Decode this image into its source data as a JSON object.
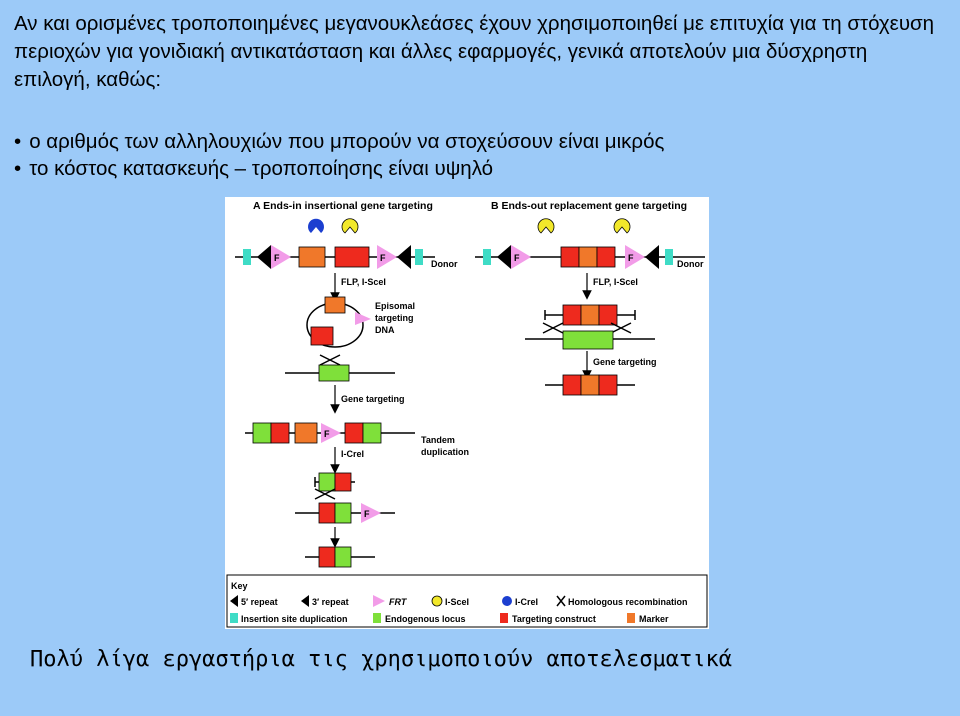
{
  "slide": {
    "intro": "Αν και ορισμένες τροποποιημένες μεγανουκλεάσες έχουν χρησιμοποιηθεί με επιτυχία για τη στόχευση περιοχών για γονιδιακή αντικατάσταση και άλλες εφαρμογές, γενικά αποτελούν μια δύσχρηστη επιλογή, καθώς:",
    "bullets": [
      "ο αριθμός των αλληλουχιών που μπορούν να στοχεύσουν είναι μικρός",
      "το κόστος κατασκευής – τροποποίησης είναι υψηλό"
    ],
    "footer": "Πολύ λίγα εργαστήρια τις χρησιμοποιούν αποτελεσματικά"
  },
  "figure": {
    "panel_a_title": "A  Ends-in insertional gene targeting",
    "panel_b_title": "B  Ends-out replacement gene targeting",
    "frt_label": "F",
    "donor_label": "Donor",
    "flp_label": "FLP, I-SceI",
    "episomal_label": [
      "Episomal",
      "targeting",
      "DNA"
    ],
    "gene_targeting_label": "Gene targeting",
    "tandem_label": [
      "Tandem",
      "duplication"
    ],
    "icrel_label": "I-CreI",
    "key": {
      "title": "Key",
      "five_repeat": "5′ repeat",
      "three_repeat": "3′ repeat",
      "frt": "FRT",
      "iscei": "I-SceI",
      "icrei": "I-CreI",
      "homologous": "Homologous recombination",
      "insertion_dup": "Insertion site duplication",
      "endogenous": "Endogenous locus",
      "targeting": "Targeting construct",
      "marker": "Marker"
    },
    "colors": {
      "insertion": "#3fdcc6",
      "endogenous": "#7fe03a",
      "targeting": "#ee2a1e",
      "marker": "#f0782a",
      "frt": "#f29ce8",
      "iscei": "#f2e82a",
      "icrei": "#1c3fd0"
    }
  }
}
